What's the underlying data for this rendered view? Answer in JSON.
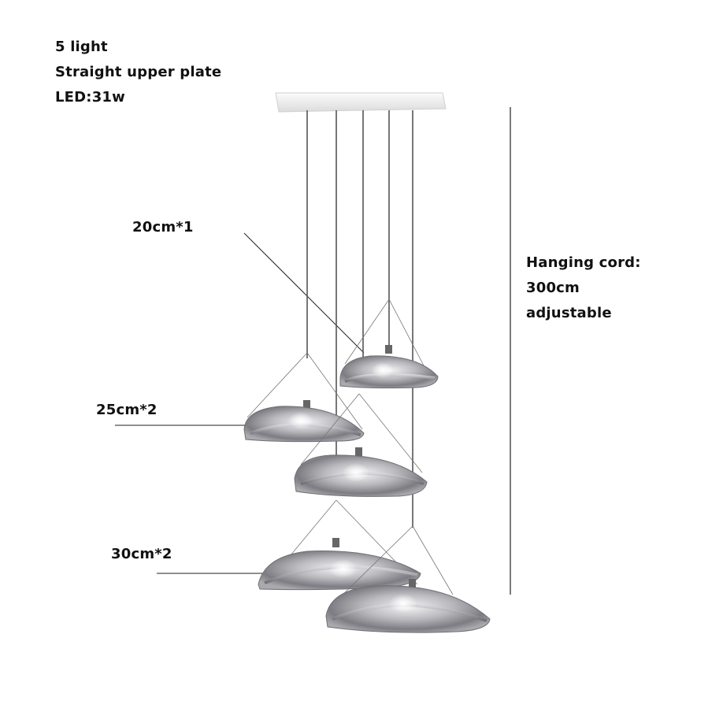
{
  "specs": {
    "lights": "5 light",
    "plate": "Straight upper plate",
    "led": "LED:31w"
  },
  "sizes": {
    "small": "20cm*1",
    "medium": "25cm*2",
    "large": "30cm*2"
  },
  "cord": {
    "title": "Hanging cord:",
    "length": "300cm",
    "note": "adjustable"
  },
  "colors": {
    "text": "#111111",
    "cord": "#555555",
    "plate": "#f2f2f2",
    "glass": "#b8b8bd"
  }
}
